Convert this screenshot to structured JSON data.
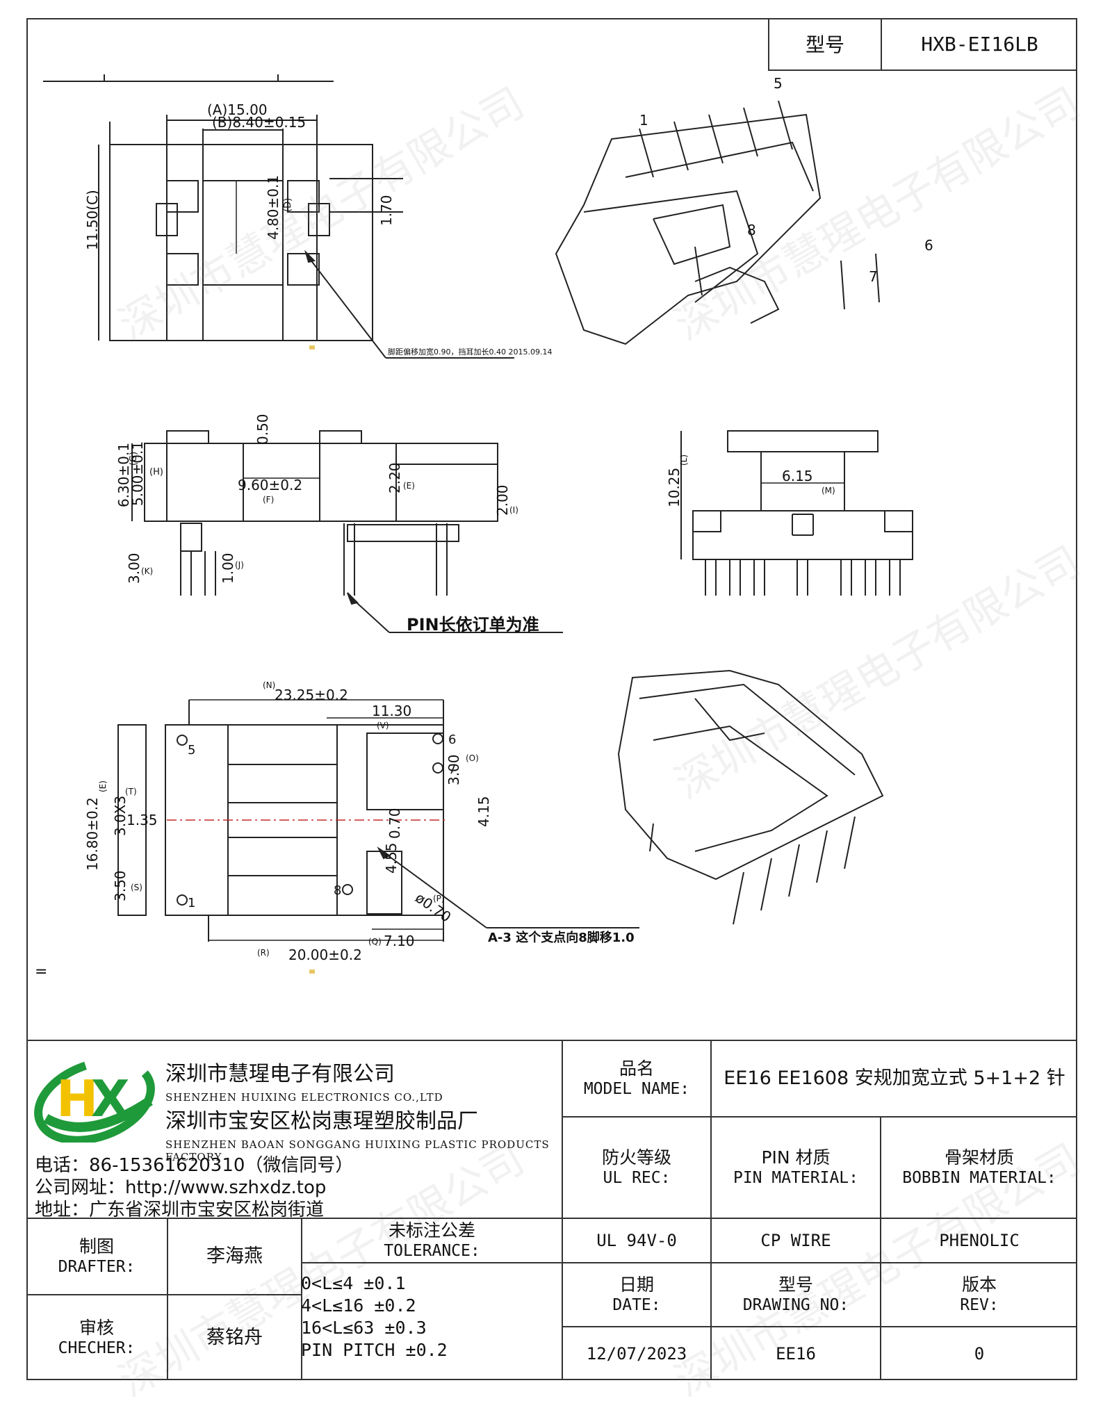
{
  "header": {
    "label": "型号",
    "value": "HXB-EI16LB"
  },
  "drawing": {
    "top_view": {
      "a": "(A)15.00",
      "b": "(B)8.40±0.15",
      "h": "11.50(C)",
      "core": "4.80±0.1",
      "core_tag": "(D)",
      "w": "1.70",
      "note": "脚距偏移加宽0.90，挡耳加长0.40 2015.09.14"
    },
    "side_view": {
      "gh": "6.30±0.1",
      "g_tag": "(G)",
      "hh": "5.00±0.1",
      "h_tag": "(H)",
      "top": "0.50",
      "f": "9.60±0.2",
      "f_tag": "(F)",
      "e": "2.20",
      "e_tag": "(E)",
      "i": "2.00",
      "i_tag": "(I)",
      "k": "3.00",
      "k_tag": "(K)",
      "j": "1.00",
      "j_tag": "(J)",
      "pin_note": "PIN长依订单为准"
    },
    "end_view": {
      "h": "10.25",
      "h_tag": "(L)",
      "w": "6.15",
      "w_tag": "(M)"
    },
    "bottom_view": {
      "n": "23.25±0.2",
      "n_tag": "(N)",
      "v": "11.30",
      "v_tag": "(V)",
      "o": "3.00",
      "o_tag": "(O)",
      "side": "4.15",
      "e": "16.80±0.2",
      "e_tag": "(E)",
      "t": "3.0X3",
      "t_tag": "(T)",
      "p135": "1.35",
      "s": "3.50",
      "s_tag": "(S)",
      "c": "0.70",
      "d": "4.55",
      "dia": "ø0.70",
      "dia_tag": "(P)",
      "r": "20.00±0.2",
      "r_tag": "(R)",
      "q": "7.10",
      "q_tag": "(Q)",
      "a3": "A-3 这个支点向8脚移1.0"
    },
    "pins": [
      "1",
      "5",
      "6",
      "7",
      "8"
    ],
    "misc": "="
  },
  "company": {
    "name_cn": "深圳市慧瑆电子有限公司",
    "name_en": "SHENZHEN HUIXING ELECTRONICS CO.,LTD",
    "factory_cn": "深圳市宝安区松岗惠瑆塑胶制品厂",
    "factory_en": "SHENZHEN BAOAN SONGGANG HUIXING PLASTIC PRODUCTS FACTORY",
    "phone": "电话：86-15361620310（微信同号）",
    "website": "公司网址：http://www.szhxdz.top",
    "address": "地址：广东省深圳市宝安区松岗街道",
    "logo": {
      "h": "H",
      "x": "X"
    },
    "colors": {
      "green": "#1f9a3a",
      "yellow": "#f2c200",
      "blue": "#1565c0"
    }
  },
  "title_block": {
    "model_name_cn": "品名",
    "model_name_en": "MODEL NAME:",
    "model_name_value": "EE16 EE1608 安规加宽立式 5+1+2 针",
    "ul_cn": "防火等级",
    "ul_en": "UL REC:",
    "pin_mat_cn": "PIN 材质",
    "pin_mat_en": "PIN MATERIAL:",
    "bobbin_cn": "骨架材质",
    "bobbin_en": "BOBBIN MATERIAL:",
    "ul_value": "UL 94V-0",
    "pin_value": "CP WIRE",
    "bobbin_value": "PHENOLIC",
    "drafter_cn": "制图",
    "drafter_en": "DRAFTER:",
    "drafter_name": "李海燕",
    "checker_cn": "审核",
    "checker_en": "CHECHER:",
    "checker_name": "蔡铭舟",
    "tol_cn": "未标注公差",
    "tol_en": "TOLERANCE:",
    "tolerances": [
      "0<L≤4  ±0.1",
      "4<L≤16 ±0.2",
      "16<L≤63 ±0.3",
      "PIN PITCH ±0.2"
    ],
    "date_cn": "日期",
    "date_en": "DATE:",
    "drawing_no_cn": "型号",
    "drawing_no_en": "DRAWING NO:",
    "rev_cn": "版本",
    "rev_en": "REV:",
    "date_value": "12/07/2023",
    "drawing_no_value": "EE16",
    "rev_value": "0"
  },
  "watermark": "深圳市慧瑆电子有限公司"
}
